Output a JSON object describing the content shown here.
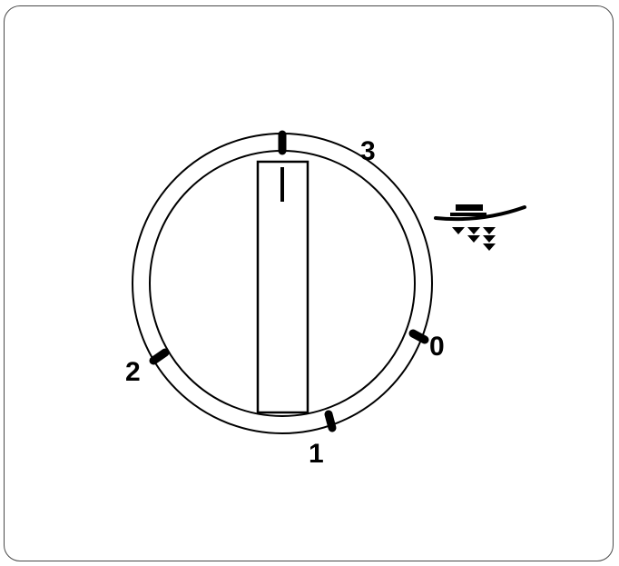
{
  "dial": {
    "positions": [
      {
        "id": "pos-0",
        "label": "0"
      },
      {
        "id": "pos-1",
        "label": "1"
      },
      {
        "id": "pos-2",
        "label": "2"
      },
      {
        "id": "pos-3",
        "label": "3"
      }
    ],
    "selected": "3"
  },
  "icons": {
    "symbol": "presser-foot-pressure-icon"
  }
}
